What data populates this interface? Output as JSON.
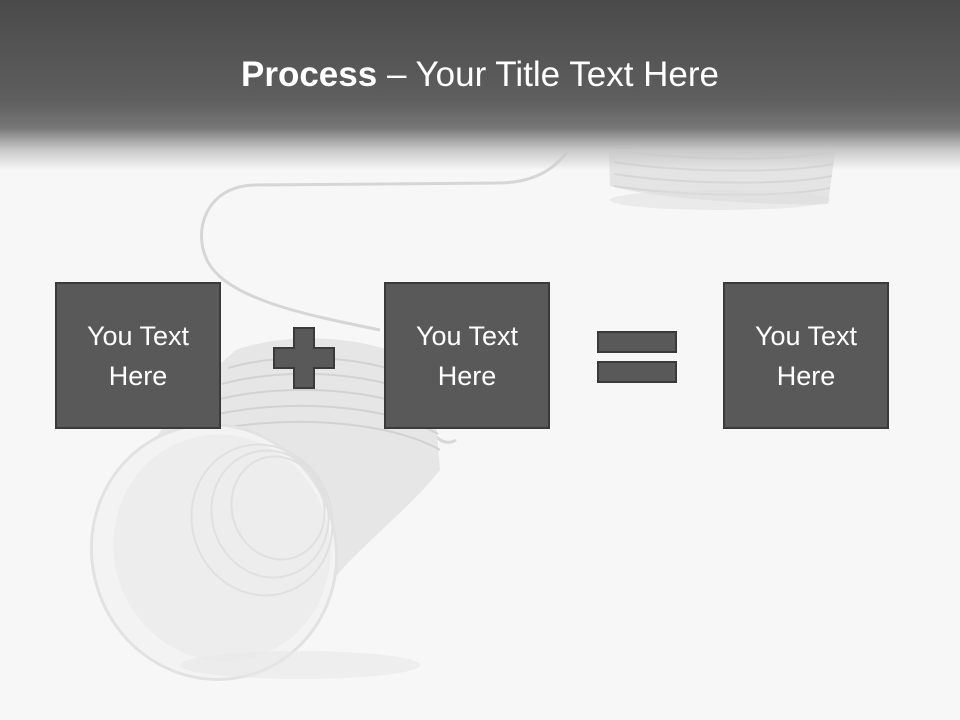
{
  "slide": {
    "title_bold": "Process",
    "title_rest": " – Your Title Text Here",
    "boxes": [
      {
        "label": "You Text Here"
      },
      {
        "label": "You Text Here"
      },
      {
        "label": "You Text Here"
      }
    ],
    "operators": {
      "first": "plus",
      "second": "equals"
    },
    "colors": {
      "header": "#4a4a4a",
      "box_fill": "#595959",
      "box_border": "#3a3a3a",
      "background": "#f7f7f7",
      "text": "#ffffff"
    },
    "background_image": "tin-can-telephone"
  }
}
